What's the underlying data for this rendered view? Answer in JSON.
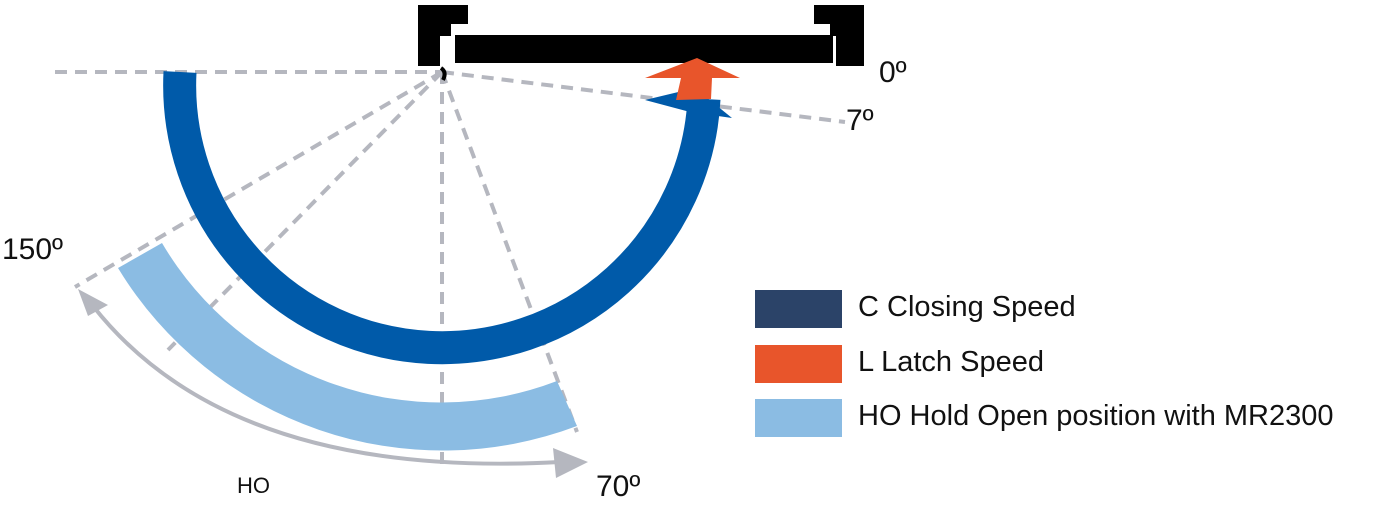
{
  "labels": {
    "deg_0": "0º",
    "deg_7": "7º",
    "deg_150": "150º",
    "deg_70": "70º",
    "ho": "HO"
  },
  "legend": [
    {
      "label": "C Closing Speed",
      "color": "#2b4368"
    },
    {
      "label": "L Latch Speed",
      "color": "#e8552b"
    },
    {
      "label": "HO Hold Open position with MR2300",
      "color": "#8bbce3"
    }
  ],
  "colors": {
    "closing_arc": "#005aa9",
    "latch_arrow": "#e8552b",
    "hold_open_band": "#8bbce3",
    "guide_lines": "#b5b7bf",
    "ho_arrow": "#b5b7bf",
    "door_frame": "#000000"
  }
}
